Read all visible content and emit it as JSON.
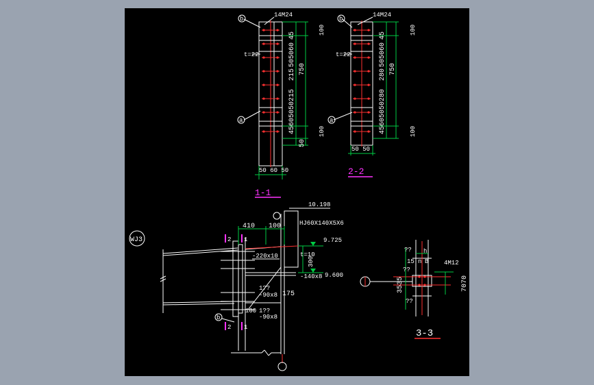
{
  "colors": {
    "canvas": "#000000",
    "app_bg": "#9aa3b0",
    "object_line": "#ffffff",
    "dimension": "#00cc44",
    "bolt": "#ff3030",
    "section_mark": "#ff33ff",
    "accent": "#ffff00"
  },
  "view1": {
    "bolt_spec": "14M24",
    "plate_t": "t=22",
    "caption": "1-1",
    "inner_dims": [
      "45",
      "60",
      "50",
      "50",
      "215",
      "215",
      "50",
      "50",
      "60",
      "45"
    ],
    "outer_dims": [
      "100",
      "750",
      "100",
      "50"
    ],
    "bottom_dim": "50 60 50",
    "marker_b": "b",
    "marker_a": "a"
  },
  "view2": {
    "bolt_spec": "14M24",
    "plate_t": "t=22",
    "caption": "2-2",
    "inner_dims": [
      "45",
      "60",
      "50",
      "50",
      "280",
      "280",
      "50",
      "50",
      "60",
      "45"
    ],
    "outer_dims": [
      "100",
      "750",
      "100"
    ],
    "bottom_dim": "50 50",
    "marker_b": "b",
    "marker_a": "a"
  },
  "joint": {
    "axis": "WJ3",
    "dim_410": "410",
    "dim_100": "100",
    "column_section": "HJ60X140X5X6",
    "column_level": "10.198",
    "top_level": "9.725",
    "bottom_level": "9.600",
    "plate_t": "t=10",
    "dim_300": "300",
    "plate1": "-220x10",
    "plate2": "-140x8",
    "stiffener1_q": "1??",
    "stiffener1": "-90x8",
    "dim_175": "175",
    "bottom_100": "100",
    "stiffener2_q": "1??",
    "stiffener2": "-90x8",
    "mark_2": "2",
    "mark_1": "1",
    "marker_b": "b"
  },
  "view3": {
    "caption": "3-3",
    "q_top": "??",
    "dim_h": "h",
    "dim_15": "15",
    "dim_n": "n",
    "mark_b": "B",
    "bolt": "4M12",
    "q_mid": "??",
    "dim_3535": "3535",
    "dim_7070": "7070",
    "q_bot": "??"
  }
}
